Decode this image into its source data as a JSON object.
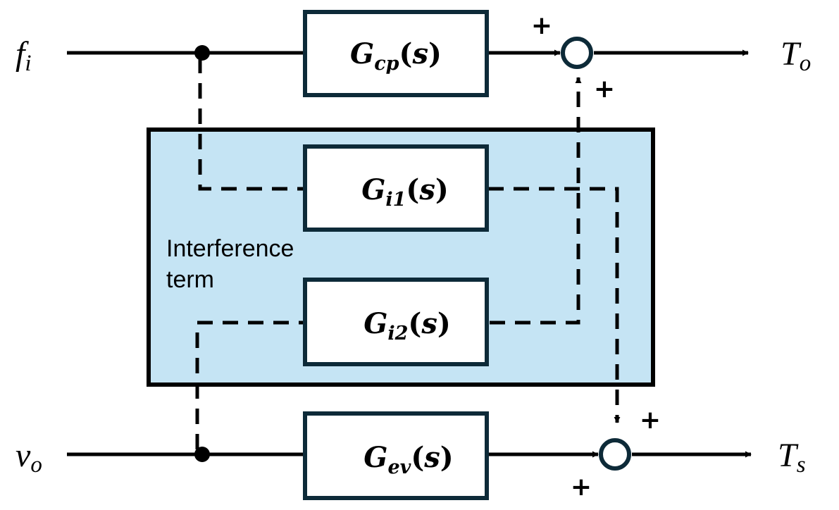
{
  "inputs": {
    "top": {
      "base": "f",
      "sub": "i"
    },
    "bottom": {
      "base": "v",
      "sub": "o"
    }
  },
  "outputs": {
    "top": {
      "base": "T",
      "sub": "o"
    },
    "bottom": {
      "base": "T",
      "sub": "s"
    }
  },
  "blocks": {
    "gcp": {
      "base": "G",
      "sub": "cp",
      "arg": "s"
    },
    "gi1": {
      "base": "G",
      "sub": "i1",
      "arg": "s"
    },
    "gi2": {
      "base": "G",
      "sub": "i2",
      "arg": "s"
    },
    "gev": {
      "base": "G",
      "sub": "ev",
      "arg": "s"
    }
  },
  "interference": {
    "line1": "Interference",
    "line2": "term",
    "fill_color": "#c5e4f4"
  },
  "summing_junctions": {
    "top": {
      "left_sign": "+",
      "bottom_sign": "+"
    },
    "bottom": {
      "top_sign": "+",
      "left_sign": "+"
    }
  },
  "colors": {
    "line": "#000000",
    "block_border": "#0d2a38",
    "block_fill": "#ffffff",
    "junction_border": "#0d2a38"
  }
}
